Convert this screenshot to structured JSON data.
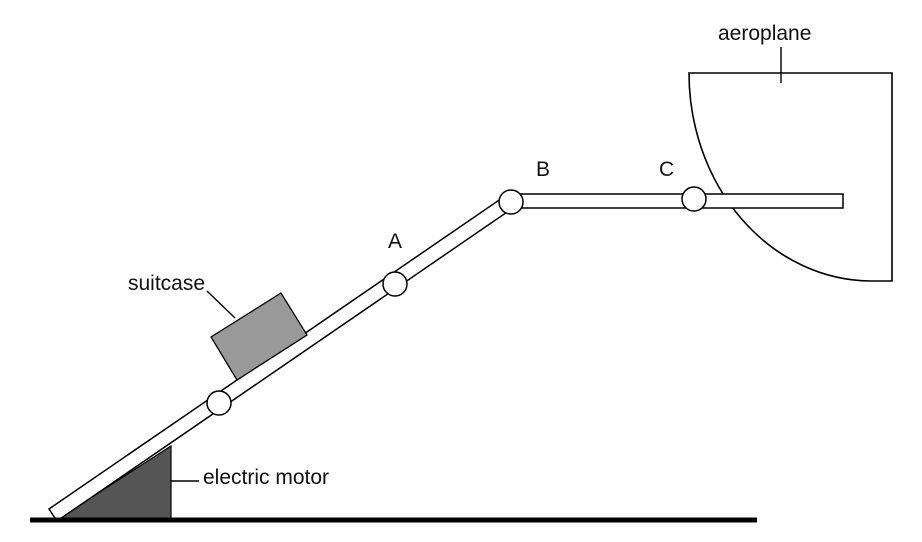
{
  "labels": {
    "aeroplane": "aeroplane",
    "suitcase": "suitcase",
    "electric_motor": "electric motor",
    "point_a": "A",
    "point_b": "B",
    "point_c": "C"
  },
  "colors": {
    "line": "#000000",
    "suitcase_fill": "#999999",
    "motor_fill": "#555555",
    "conveyor_fill": "#ffffff"
  }
}
